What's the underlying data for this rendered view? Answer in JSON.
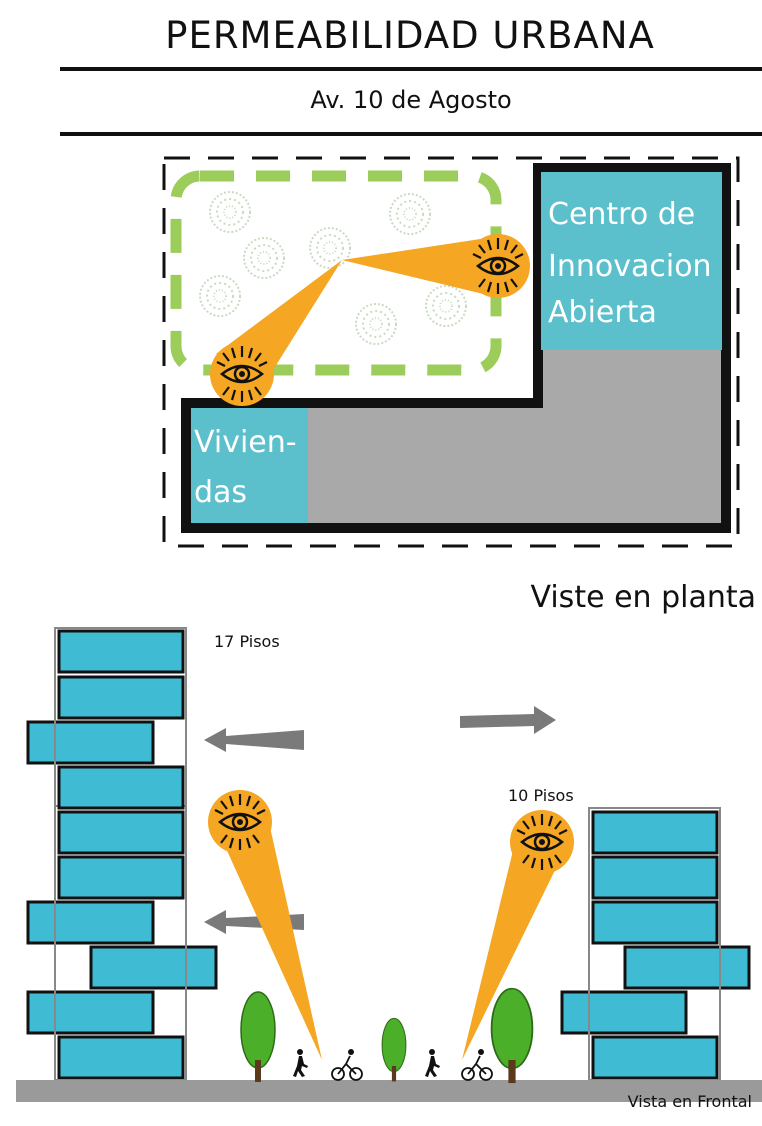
{
  "header": {
    "title": "PERMEABILIDAD URBANA",
    "subtitle": "Av. 10 de Agosto"
  },
  "plan": {
    "caption": "Viste en planta",
    "buildings": {
      "innovation_center": [
        "Centro de",
        "Innovacion",
        "Abierta"
      ],
      "housing": [
        "Vivien-",
        "das"
      ]
    }
  },
  "elevation": {
    "caption": "Vista en Frontal",
    "left_tower_label": "17 Pisos",
    "right_tower_label": "10 Pisos"
  },
  "colors": {
    "building": "#5bbfcc",
    "tower_floor": "#3fbcd4",
    "view_cone": "#f5a623",
    "green_dash": "#9ccc5a",
    "tree": "#4caf2a",
    "ground": "#9a9a9a",
    "plot": "#a9a9a9",
    "arrow": "#7a7a7a"
  },
  "icons": [
    "eye-icon",
    "tree-icon",
    "pedestrian-icon",
    "cyclist-icon",
    "arrow-icon"
  ]
}
